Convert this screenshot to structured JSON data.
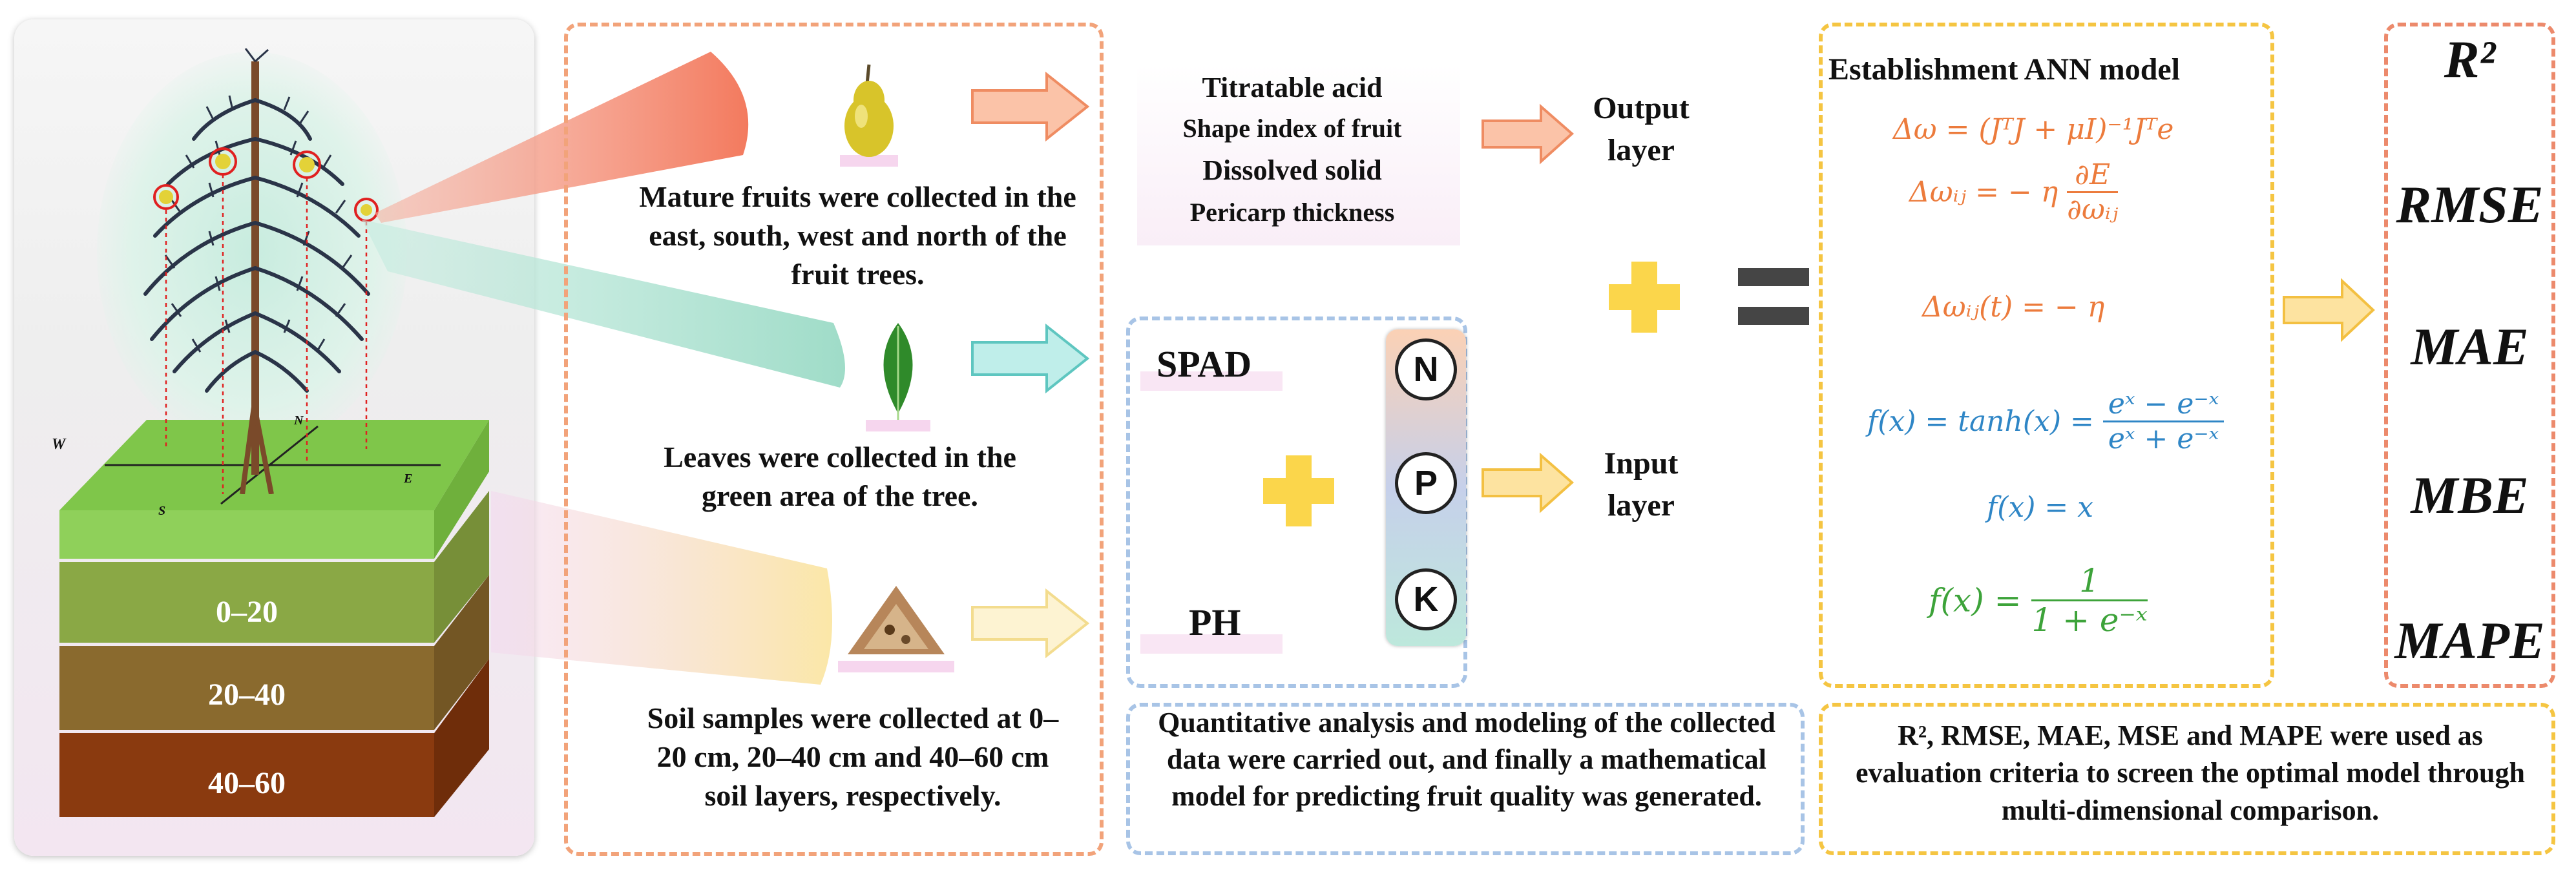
{
  "colors": {
    "orange": "#ec7b3c",
    "blue": "#2f86c6",
    "green": "#3da33a",
    "yellow": "#f5c542",
    "blue_border": "#a8c4e6",
    "layer1": "#8aa845",
    "layer2": "#8a6a2e",
    "layer3": "#8a3a0f"
  },
  "tree": {
    "compass": {
      "w": "W",
      "n": "N",
      "e": "E",
      "s": "S"
    },
    "soil_layers": [
      "0–20",
      "20–40",
      "40–60"
    ]
  },
  "collection": {
    "fruits": "Mature fruits were collected in the east, south, west and north of the fruit trees.",
    "leaves": "Leaves were collected in the green area of the tree.",
    "soil": "Soil samples were collected at 0–20 cm, 20–40 cm and 40–60 cm soil layers, respectively."
  },
  "output": {
    "items": [
      "Titratable acid",
      "Shape index of fruit",
      "Dissolved solid",
      "Pericarp thickness"
    ],
    "label_line1": "Output",
    "label_line2": "layer"
  },
  "input": {
    "spad": "SPAD",
    "ph": "PH",
    "nutrients": [
      "N",
      "P",
      "K"
    ],
    "label_line1": "Input",
    "label_line2": "layer"
  },
  "analysis_text": "Quantitative analysis and modeling of the collected data were carried out, and finally a mathematical model for predicting fruit quality was generated.",
  "ann": {
    "title": "Establishment ANN model",
    "eq1": "Δω = (JᵀJ + μI)⁻¹Jᵀe",
    "eq2_lhs": "Δωᵢⱼ = − η",
    "eq2_num": "∂E",
    "eq2_den": "∂ωᵢⱼ",
    "eq3": "Δωᵢⱼ(t) = − η",
    "eq4_lhs": "f(x) = tanh(x) =",
    "eq4_num": "eˣ − e⁻ˣ",
    "eq4_den": "eˣ + e⁻ˣ",
    "eq5": "f(x) = x",
    "eq6_lhs": "f(x) =",
    "eq6_num": "1",
    "eq6_den": "1 + e⁻ˣ"
  },
  "metrics": [
    "R²",
    "RMSE",
    "MAE",
    "MBE",
    "MAPE"
  ],
  "evaluation_text": "R², RMSE, MAE, MSE and MAPE were used as evaluation criteria to screen the optimal model through multi-dimensional comparison."
}
